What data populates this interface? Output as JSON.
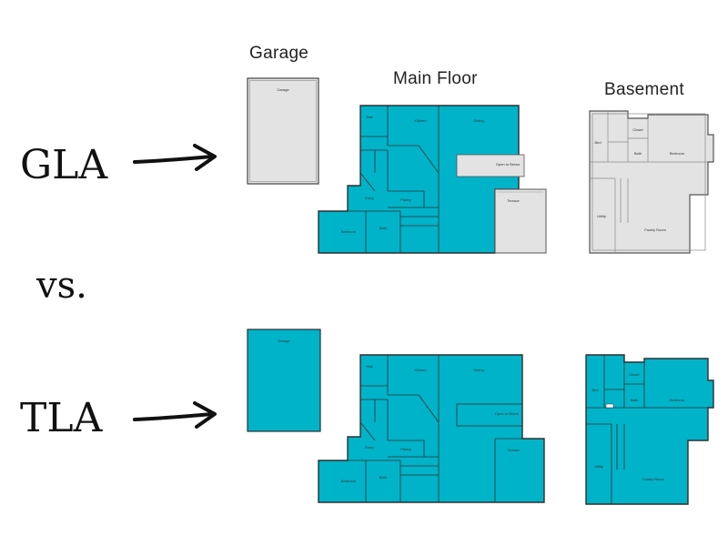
{
  "labels": {
    "gla": "GLA",
    "vs": "vs.",
    "tla": "TLA"
  },
  "columns": {
    "garage": "Garage",
    "main_floor": "Main Floor",
    "basement": "Basement"
  },
  "rooms": {
    "garage": "Garage",
    "hall": "Hall",
    "kitchen": "Kitchen",
    "dining": "Dining",
    "open_to_below": "Open to Below",
    "entry": "Entry",
    "pantry": "Pantry",
    "terrace": "Terrace",
    "bedroom": "Bedroom",
    "bath": "Bath",
    "bed": "Bed",
    "closet": "Closet",
    "utility": "Utility",
    "family_room": "Family Room"
  },
  "colors": {
    "included": "#00b3c9",
    "excluded": "#e3e3e3",
    "wall": "#2f2f2f",
    "arrow": "#111111"
  }
}
